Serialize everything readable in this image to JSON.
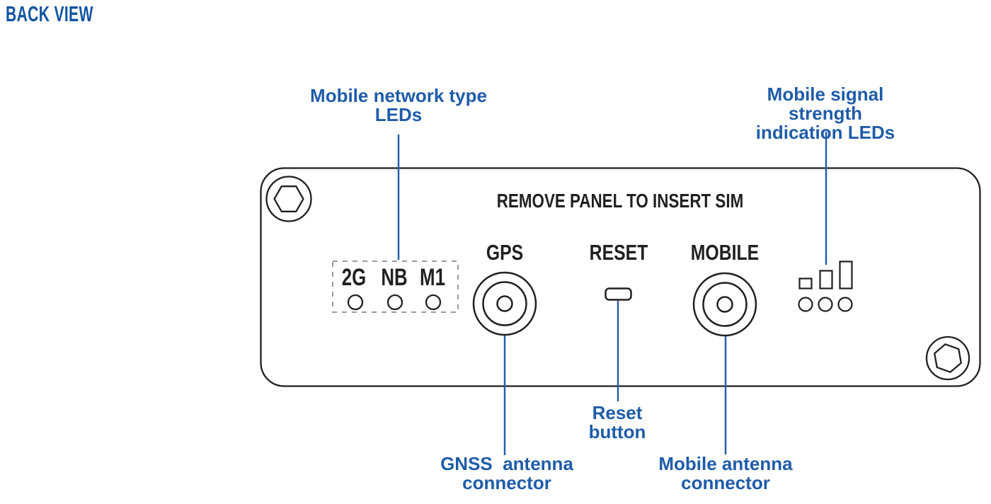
{
  "title": "BACK VIEW",
  "colors": {
    "title_blue": "#1254a0",
    "annotation_blue": "#1f5ca8",
    "outline_dark": "#231f20",
    "dashed_gray": "#9b9b9b",
    "background": "#ffffff"
  },
  "annotations": {
    "network_leds": {
      "text": "Mobile network type\nLEDs"
    },
    "signal_leds": {
      "text": "Mobile signal strength\nindication LEDs"
    },
    "reset_button": {
      "text": "Reset\nbutton"
    },
    "gnss_connector": {
      "text": "GNSS  antenna\nconnector"
    },
    "mobile_connector": {
      "text": "Mobile antenna\nconnector"
    }
  },
  "panel": {
    "sim_notice": "REMOVE PANEL TO INSERT SIM",
    "gps_label": "GPS",
    "reset_label": "RESET",
    "mobile_label": "MOBILE",
    "led_labels": [
      "2G",
      "NB",
      "M1"
    ]
  }
}
